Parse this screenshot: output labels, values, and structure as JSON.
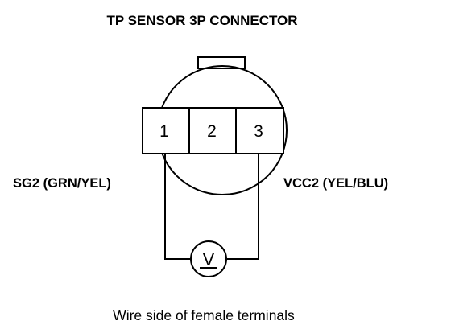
{
  "diagram": {
    "title": "TP SENSOR 3P CONNECTOR",
    "caption": "Wire side of female terminals",
    "pins": [
      "1",
      "2",
      "3"
    ],
    "left_wire_label": "SG2 (GRN/YEL)",
    "right_wire_label": "VCC2 (YEL/BLU)",
    "meter_symbol": "V"
  }
}
